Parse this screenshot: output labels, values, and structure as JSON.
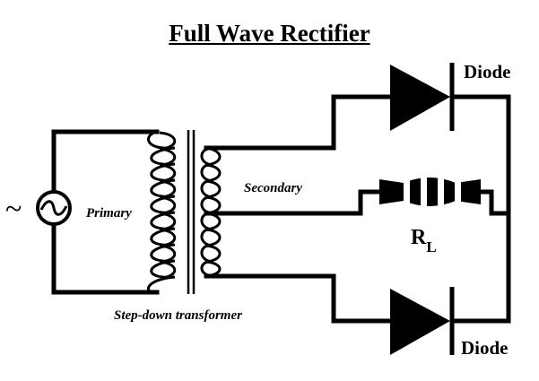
{
  "title": "Full Wave Rectifier",
  "labels": {
    "primary": "Primary",
    "secondary": "Secondary",
    "transformer": "Step-down transformer",
    "diode_top": "Diode",
    "diode_bottom": "Diode",
    "load_main": "R",
    "load_sub": "L",
    "ac_symbol": "~"
  }
}
